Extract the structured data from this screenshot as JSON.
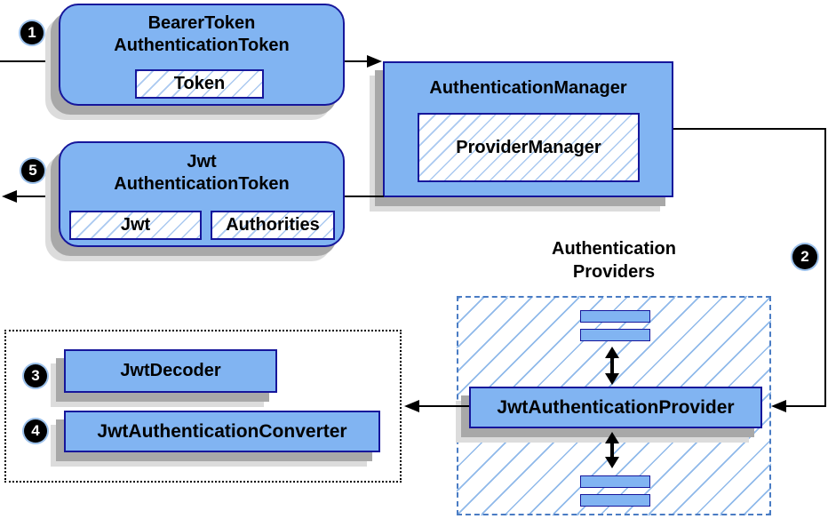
{
  "diagram": {
    "markers": {
      "one": "1",
      "two": "2",
      "three": "3",
      "four": "4",
      "five": "5"
    },
    "bearer_box": {
      "title_line1": "BearerToken",
      "title_line2": "AuthenticationToken",
      "inner_label": "Token"
    },
    "manager_box": {
      "title": "AuthenticationManager",
      "inner_label": "ProviderManager"
    },
    "jwt_token_box": {
      "title_line1": "Jwt",
      "title_line2": "AuthenticationToken",
      "inner_label1": "Jwt",
      "inner_label2": "Authorities"
    },
    "providers_group": {
      "label_line1": "Authentication",
      "label_line2": "Providers",
      "provider_label": "JwtAuthenticationProvider"
    },
    "decoder_group": {
      "decoder_label": "JwtDecoder",
      "converter_label": "JwtAuthenticationConverter"
    },
    "colors": {
      "box_fill": "#81b4f2",
      "box_border": "#16169b",
      "inner_hatch": "#aac9f0",
      "providers_hatch": "#8fb9ea",
      "providers_dashed_border": "#4a7cc4",
      "dotted_border": "#000000",
      "shadow_dark": "#a8a8a8",
      "shadow_light": "#dcdcdc",
      "line": "#000000",
      "marker_bg": "#000000",
      "marker_fg": "#ffffff"
    }
  }
}
